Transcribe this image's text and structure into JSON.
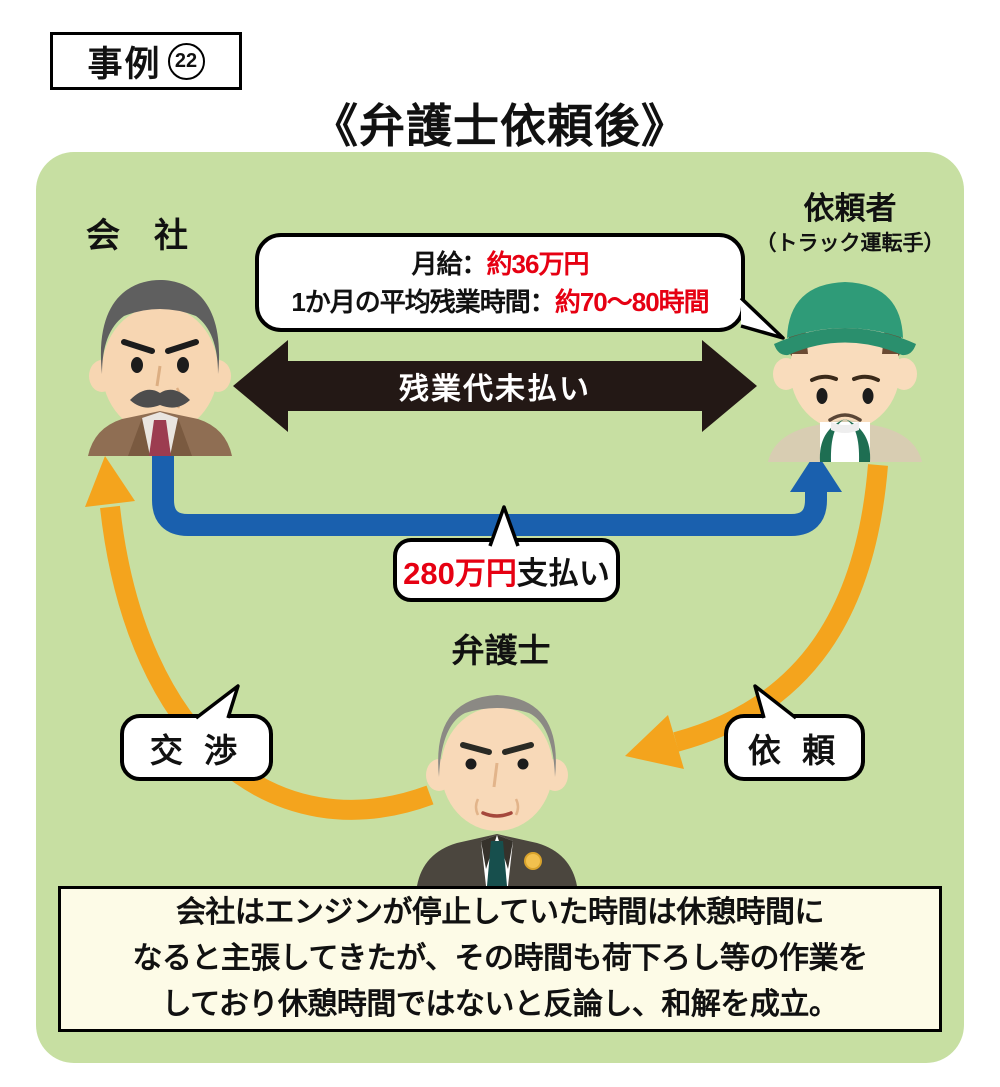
{
  "badge": {
    "label": "事例",
    "number": "22"
  },
  "title": "《弁護士依頼後》",
  "actors": {
    "company": "会　社",
    "client": "依頼者",
    "client_sub": "（トラック運転手）",
    "lawyer": "弁護士"
  },
  "salary_bubble": {
    "line1_label": "月給：",
    "line1_value": "約36万円",
    "line2_label": "1か月の平均残業時間：",
    "line2_value": "約70〜80時間"
  },
  "dispute_arrow": {
    "label": "残業代未払い"
  },
  "payment_bubble": {
    "amount": "280万円",
    "suffix": "支払い"
  },
  "action_bubbles": {
    "negotiation": "交 渉",
    "request": "依 頼"
  },
  "summary": {
    "line1": "会社はエンジンが停止していた時間は休憩時間に",
    "line2": "なると主張してきたが、その時間も荷下ろし等の作業を",
    "line3": "しており休憩時間ではないと反論し、和解を成立。"
  },
  "colors": {
    "panel_green": "#c7dfa2",
    "arrow_black": "#231815",
    "arrow_blue": "#1a60ae",
    "arrow_orange": "#f4a41d",
    "highlight_red": "#e60012",
    "summary_cream": "#fdfbe7"
  }
}
